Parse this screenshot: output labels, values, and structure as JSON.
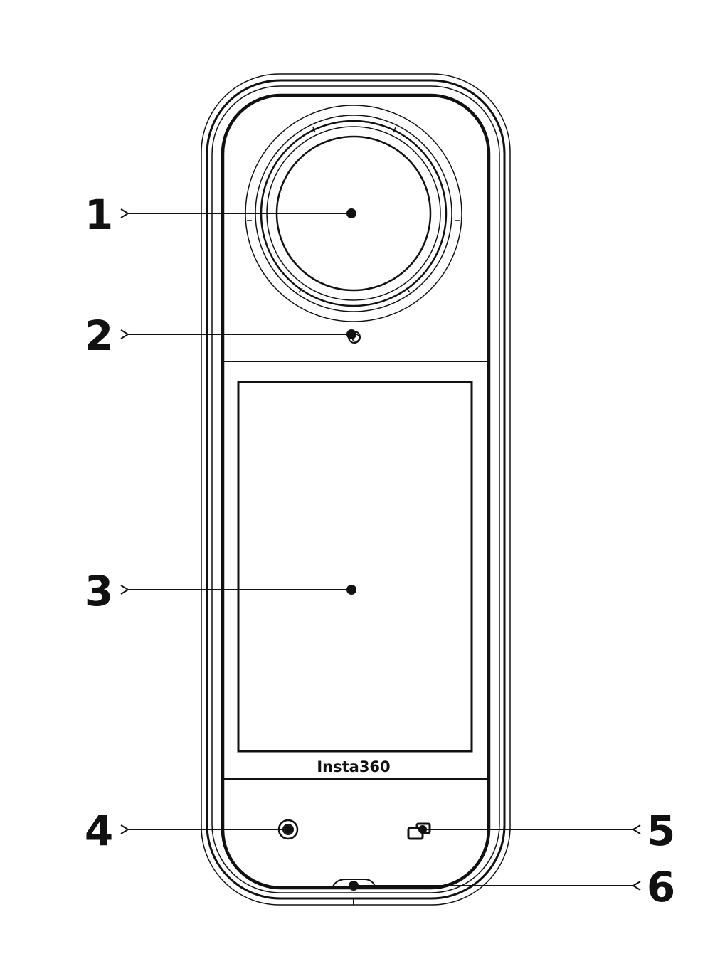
{
  "brand": {
    "label": "Insta360"
  },
  "callouts": [
    {
      "id": "1",
      "label": "1"
    },
    {
      "id": "2",
      "label": "2"
    },
    {
      "id": "3",
      "label": "3"
    },
    {
      "id": "4",
      "label": "4"
    },
    {
      "id": "5",
      "label": "5"
    },
    {
      "id": "6",
      "label": "6"
    }
  ],
  "colors": {
    "line": "#111111",
    "background": "#ffffff"
  }
}
